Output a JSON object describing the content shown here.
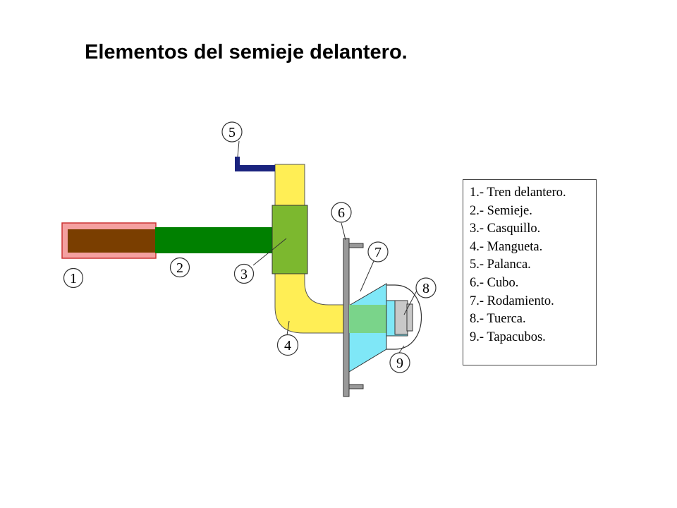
{
  "title": "Elementos del semieje delantero.",
  "callouts": [
    "1",
    "2",
    "3",
    "4",
    "5",
    "6",
    "7",
    "8",
    "9"
  ],
  "legend": [
    "1.- Tren delantero.",
    "2.- Semieje.",
    "3.- Casquillo.",
    "4.- Mangueta.",
    "5.- Palanca.",
    "6.- Cubo.",
    "7.- Rodamiento.",
    "8.- Tuerca.",
    "9.- Tapacubos."
  ],
  "colors": {
    "tren_outer": "#f4a0a0",
    "tren_inner": "#7a3e00",
    "semieje": "#008000",
    "casquillo": "#7cb82f",
    "mangueta": "#ffee55",
    "palanca": "#1a237e",
    "cubo": "#999999",
    "rodamiento": "#7fe7f7",
    "rodamiento_band": "#7ad48a",
    "tuerca": "#c8c8c8"
  }
}
